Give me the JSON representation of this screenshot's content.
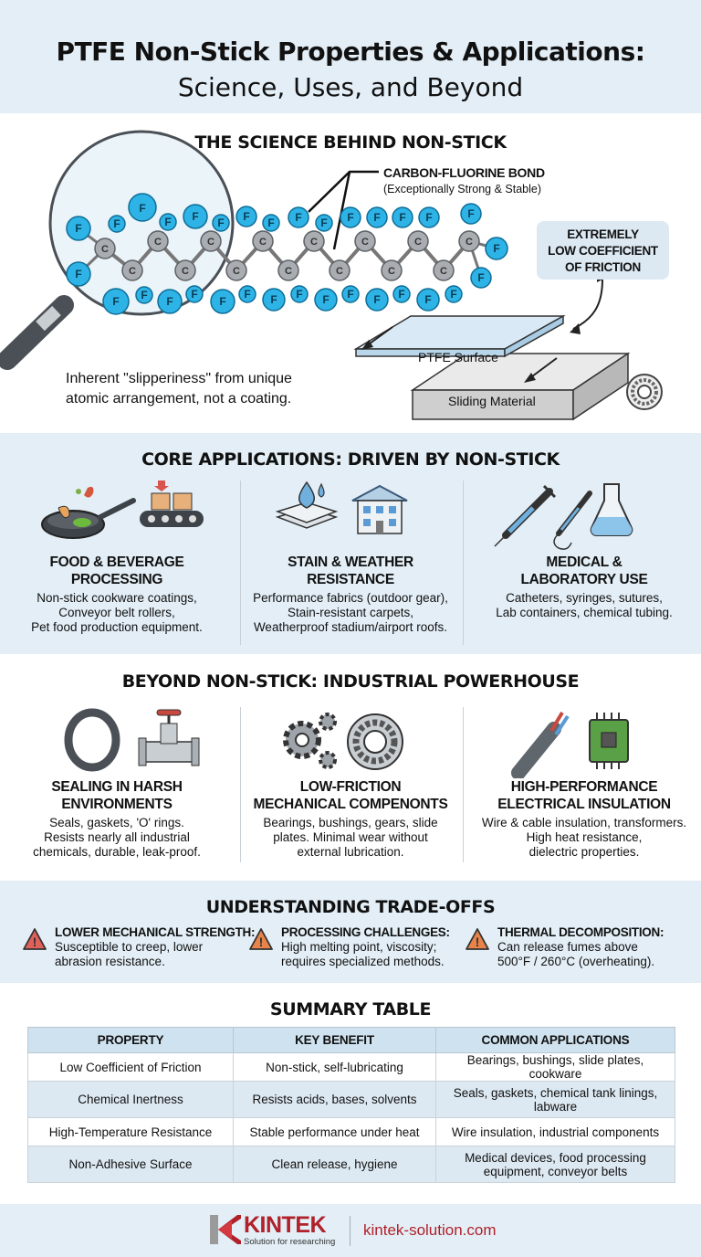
{
  "header": {
    "title": "PTFE Non-Stick Properties & Applications:",
    "subtitle": "Science, Uses, and Beyond"
  },
  "science": {
    "title": "THE SCIENCE BEHIND NON-STICK",
    "bond_label": "CARBON-FLUORINE BOND",
    "bond_sub": "(Exceptionally Strong & Stable)",
    "friction_lines": [
      "EXTREMELY",
      "LOW COEFFICIENT",
      "OF FRICTION"
    ],
    "atom_c": "C",
    "atom_f": "F",
    "slip_line1": "Inherent \"slipperiness\" from unique",
    "slip_line2": "atomic arrangement, not a coating.",
    "ptfe_surface": "PTFE Surface",
    "sliding_material": "Sliding Material"
  },
  "core": {
    "title": "CORE APPLICATIONS: DRIVEN BY NON-STICK",
    "columns": [
      {
        "title1": "FOOD & BEVERAGE",
        "title2": "PROCESSING",
        "desc": [
          "Non-stick cookware coatings,",
          "Conveyor belt rollers,",
          "Pet food production equipment."
        ]
      },
      {
        "title1": "STAIN & WEATHER",
        "title2": "RESISTANCE",
        "desc": [
          "Performance fabrics (outdoor gear),",
          "Stain-resistant carpets,",
          "Weatherproof stadium/airport roofs."
        ]
      },
      {
        "title1": "MEDICAL &",
        "title2": "LABORATORY USE",
        "desc": [
          "Catheters, syringes, sutures,",
          "Lab containers, chemical tubing.",
          ""
        ]
      }
    ]
  },
  "beyond": {
    "title": "BEYOND NON-STICK: INDUSTRIAL POWERHOUSE",
    "columns": [
      {
        "title1": "SEALING IN HARSH",
        "title2": "ENVIRONMENTS",
        "desc": [
          "Seals, gaskets, 'O' rings.",
          "Resists nearly all industrial",
          "chemicals, durable, leak-proof."
        ]
      },
      {
        "title1": "LOW-FRICTION",
        "title2": "MECHANICAL COMPENONTS",
        "desc": [
          "Bearings, bushings, gears, slide",
          "plates. Minimal wear without",
          "external lubrication."
        ]
      },
      {
        "title1": "HIGH-PERFORMANCE",
        "title2": "ELECTRICAL INSULATION",
        "desc": [
          "Wire & cable insulation, transformers.",
          "High heat resistance,",
          "dielectric properties."
        ]
      }
    ]
  },
  "tradeoffs": {
    "title": "UNDERSTANDING TRADE-OFFS",
    "items": [
      {
        "title": "LOWER MECHANICAL STRENGTH:",
        "line1": "Susceptible to creep, lower",
        "line2": "abrasion resistance.",
        "color": "#e0605a"
      },
      {
        "title": "PROCESSING CHALLENGES:",
        "line1": "High melting point, viscosity;",
        "line2": "requires specialized methods.",
        "color": "#e8834a"
      },
      {
        "title": "THERMAL DECOMPOSITION:",
        "line1": "Can release fumes above",
        "line2": "500°F / 260°C (overheating).",
        "color": "#e8834a"
      }
    ]
  },
  "summary": {
    "title": "SUMMARY TABLE",
    "headers": [
      "PROPERTY",
      "KEY BENEFIT",
      "COMMON APPLICATIONS"
    ],
    "rows": [
      [
        "Low Coefficient of Friction",
        "Non-stick, self-lubricating",
        "Bearings, bushings, slide plates, cookware"
      ],
      [
        "Chemical Inertness",
        "Resists acids, bases, solvents",
        "Seals, gaskets, chemical tank linings, labware"
      ],
      [
        "High-Temperature Resistance",
        "Stable performance under heat",
        "Wire insulation, industrial components"
      ],
      [
        "Non-Adhesive Surface",
        "Clean release, hygiene",
        "Medical devices, food processing equipment, conveyor belts"
      ]
    ]
  },
  "footer": {
    "brand": "KINTEK",
    "tagline": "Solution for researching",
    "website": "kintek-solution.com",
    "brand_color": "#b0212a"
  }
}
